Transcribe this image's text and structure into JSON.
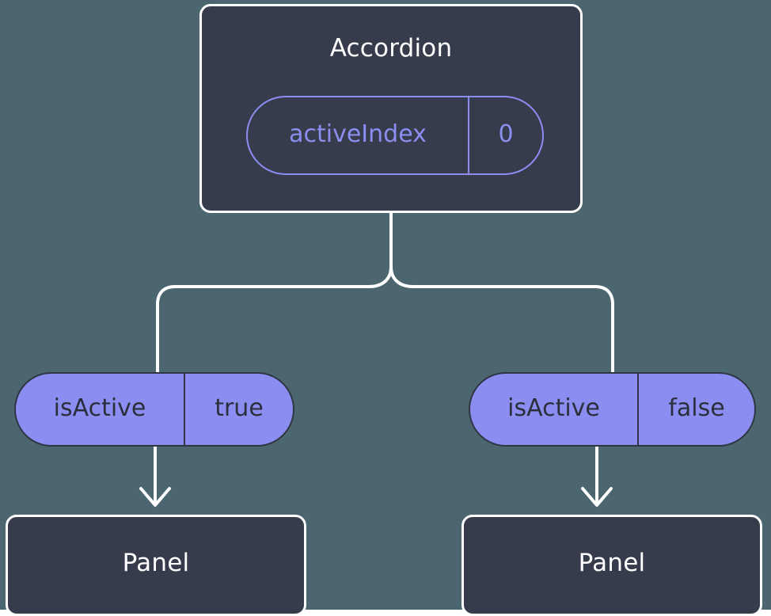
{
  "diagram": {
    "title_node": {
      "label": "Accordion",
      "state_badge": {
        "key": "activeIndex",
        "value": "0"
      }
    },
    "branches": [
      {
        "side": "left",
        "prop_badge": {
          "key": "isActive",
          "value": "true"
        },
        "child_label": "Panel"
      },
      {
        "side": "right",
        "prop_badge": {
          "key": "isActive",
          "value": "false"
        },
        "child_label": "Panel"
      }
    ],
    "colors": {
      "background": "#4c6670",
      "card_fill": "#363c4c",
      "card_border": "#ffffff",
      "accent_purple": "#8b8ef0",
      "badge_text_dark": "#2b2f3b",
      "connector": "#ffffff"
    }
  }
}
